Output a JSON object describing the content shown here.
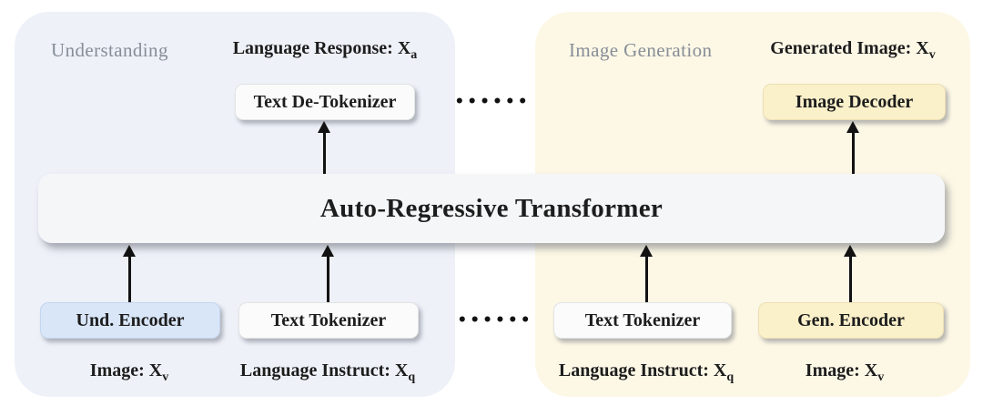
{
  "title": "Auto-Regressive Transformer",
  "ellipsis": "••••••",
  "understanding": {
    "heading": "Understanding",
    "output_label": {
      "text": "Language Response: X",
      "sub": "a"
    },
    "detokenizer": "Text De-Tokenizer",
    "encoder": "Und. Encoder",
    "tokenizer": "Text Tokenizer",
    "encoder_input": {
      "text": "Image: X",
      "sub": "v"
    },
    "tokenizer_input": {
      "text": "Language Instruct: X",
      "sub": "q"
    }
  },
  "generation": {
    "heading": "Image Generation",
    "output_label": {
      "text": "Generated Image: X",
      "sub": "v"
    },
    "decoder": "Image Decoder",
    "tokenizer": "Text Tokenizer",
    "encoder": "Gen. Encoder",
    "tokenizer_input": {
      "text": "Language Instruct: X",
      "sub": "q"
    },
    "encoder_input": {
      "text": "Image: X",
      "sub": "v"
    }
  },
  "colors": {
    "understanding_panel_bg": "#eef1f8",
    "generation_panel_bg": "#fdf8e6",
    "understanding_accent": "#d9e6f8",
    "generation_accent": "#faf0ca",
    "neutral_box_bg": "#fafbfa",
    "transformer_bar_bg": "#f5f6f8",
    "heading_gray": "#878e97",
    "text_dark": "#1d1d1d",
    "arrow_black": "#121212"
  }
}
